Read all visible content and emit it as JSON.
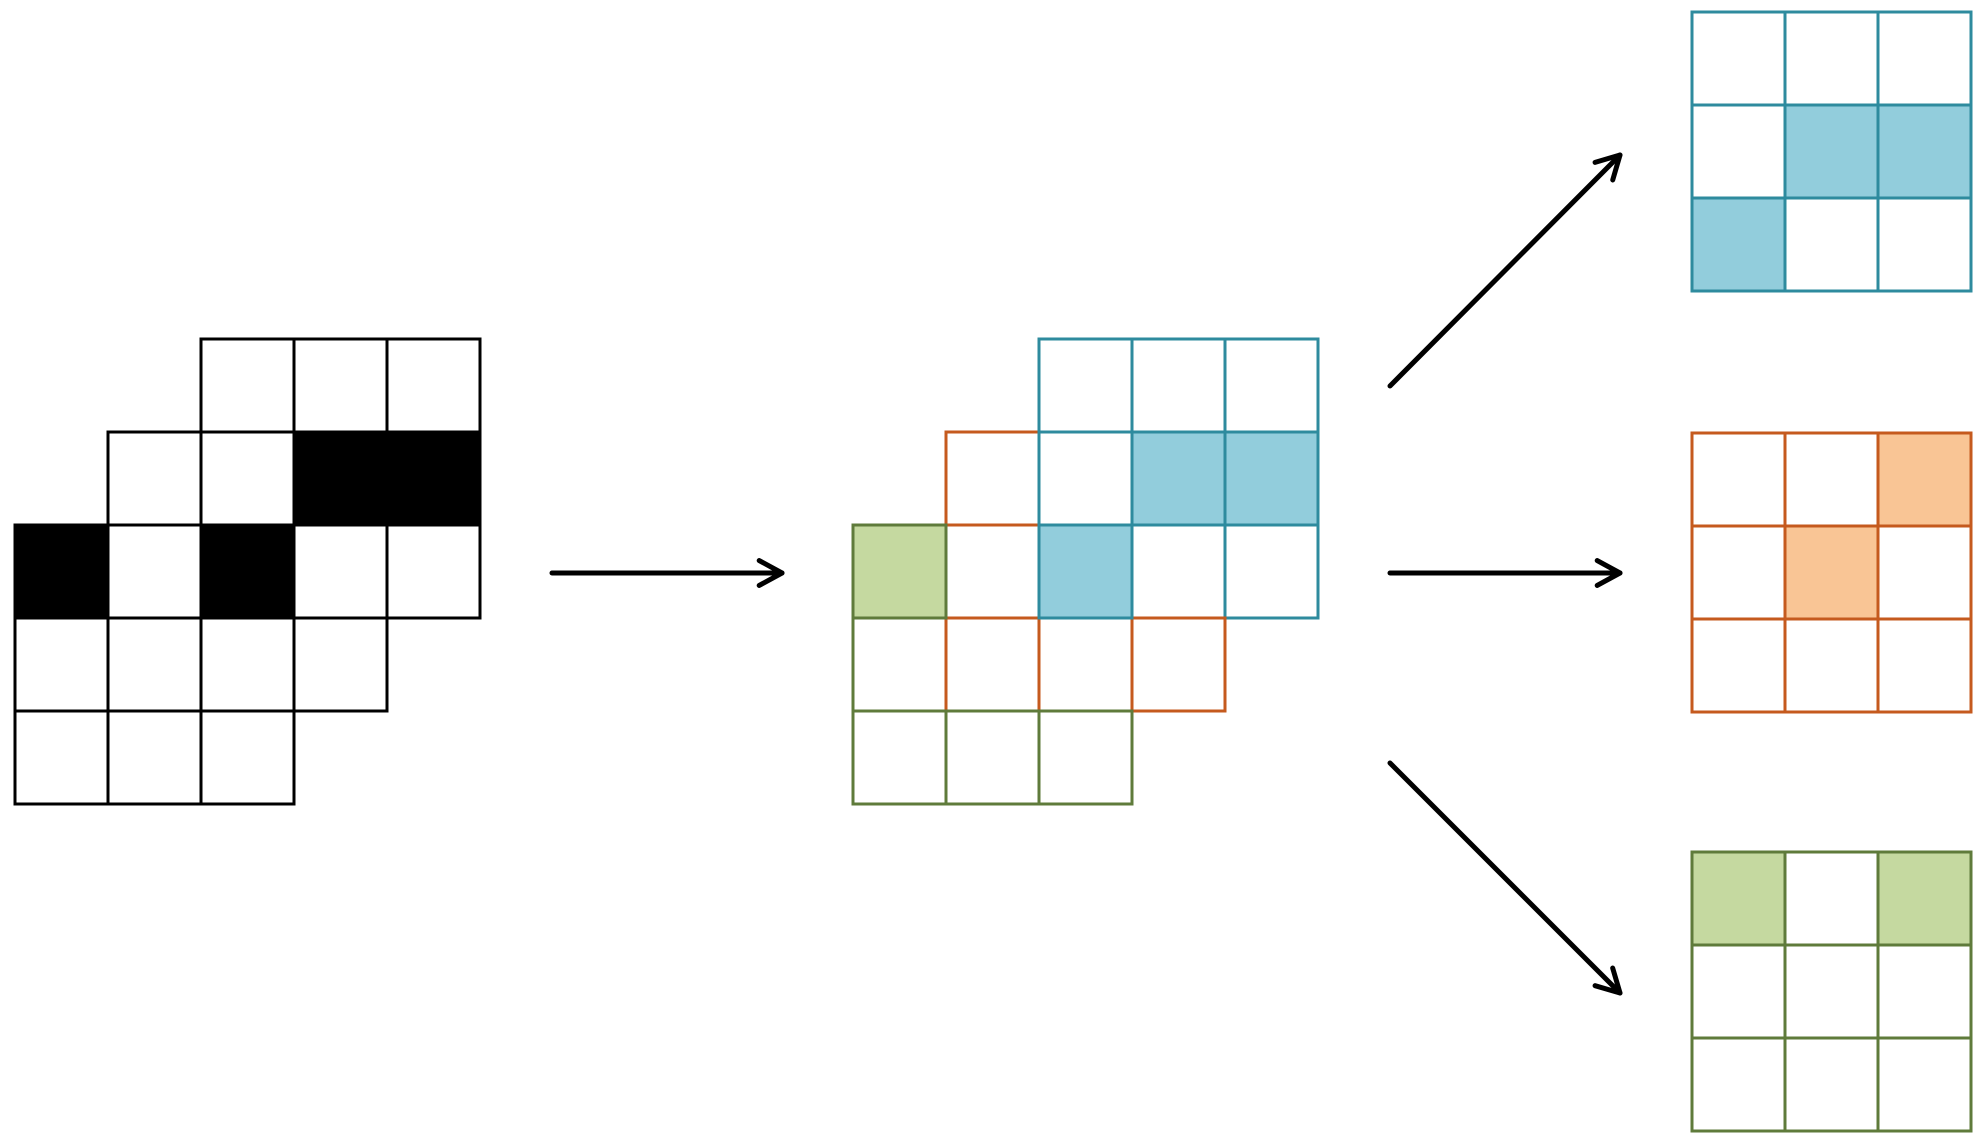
{
  "colors": {
    "black_fill": "#000000",
    "black_stroke": "#000000",
    "blue_stroke": "#2e8b9e",
    "blue_fill": "#92cddc",
    "orange_stroke": "#c55a1e",
    "orange_fill": "#f9c595",
    "green_stroke": "#5f7b3b",
    "green_fill": "#c5d9a0"
  },
  "source_grid": {
    "rows": [
      {
        "start": 2,
        "filled": [
          false,
          false,
          false
        ]
      },
      {
        "start": 1,
        "filled": [
          false,
          false,
          true,
          true
        ]
      },
      {
        "start": 0,
        "filled": [
          true,
          false,
          true,
          false,
          false
        ]
      },
      {
        "start": 0,
        "filled": [
          false,
          false,
          false,
          false
        ]
      },
      {
        "start": 0,
        "filled": [
          false,
          false,
          false
        ]
      }
    ]
  },
  "decomposed_grid": {
    "rows": [
      {
        "start": 2,
        "cells": [
          [
            "blue",
            false
          ],
          [
            "blue",
            false
          ],
          [
            "blue",
            false
          ]
        ]
      },
      {
        "start": 1,
        "cells": [
          [
            "orange",
            false
          ],
          [
            "blue",
            false
          ],
          [
            "blue",
            true
          ],
          [
            "blue",
            true
          ]
        ]
      },
      {
        "start": 0,
        "cells": [
          [
            "green",
            true
          ],
          [
            "orange",
            false
          ],
          [
            "blue",
            true
          ],
          [
            "blue",
            false
          ],
          [
            "blue",
            false
          ]
        ]
      },
      {
        "start": 0,
        "cells": [
          [
            "green",
            false
          ],
          [
            "orange",
            false
          ],
          [
            "orange",
            false
          ],
          [
            "orange",
            false
          ]
        ]
      },
      {
        "start": 0,
        "cells": [
          [
            "green",
            false
          ],
          [
            "green",
            false
          ],
          [
            "green",
            false
          ]
        ]
      }
    ]
  },
  "output_grids": [
    {
      "name": "output-grid-blue",
      "color": "blue",
      "filled": [
        [
          false,
          false,
          false
        ],
        [
          false,
          true,
          true
        ],
        [
          true,
          false,
          false
        ]
      ]
    },
    {
      "name": "output-grid-orange",
      "color": "orange",
      "filled": [
        [
          false,
          false,
          true
        ],
        [
          false,
          true,
          false
        ],
        [
          false,
          false,
          false
        ]
      ]
    },
    {
      "name": "output-grid-green",
      "color": "green",
      "filled": [
        [
          true,
          false,
          true
        ],
        [
          false,
          false,
          false
        ],
        [
          false,
          false,
          false
        ]
      ]
    }
  ],
  "arrows": [
    {
      "name": "arrow-source-to-decomposed",
      "icon": "arrow-right-icon"
    },
    {
      "name": "arrow-to-blue-output",
      "icon": "arrow-up-right-icon"
    },
    {
      "name": "arrow-to-orange-output",
      "icon": "arrow-right-icon"
    },
    {
      "name": "arrow-to-green-output",
      "icon": "arrow-down-right-icon"
    }
  ]
}
